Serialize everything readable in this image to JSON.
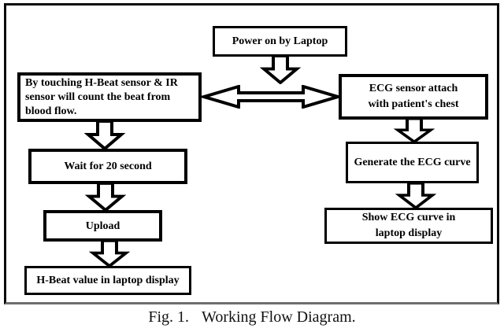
{
  "caption": {
    "prefix": "Fig. 1.",
    "title": "Working Flow Diagram."
  },
  "colors": {
    "ink": "#000000",
    "paper": "#ffffff",
    "frame_bottom_edge": "#6e6e6e"
  },
  "flowchart": {
    "power_on": {
      "label": "Power on by Laptop"
    },
    "touch_sensor": {
      "lines": [
        "By touching H-Beat sensor & IR",
        "sensor will count the beat from",
        "blood flow."
      ]
    },
    "ecg_attach": {
      "lines": [
        "ECG sensor attach",
        "with patient's chest"
      ]
    },
    "wait": {
      "label": "Wait for 20 second"
    },
    "upload": {
      "label": "Upload"
    },
    "hbeat_value": {
      "label": "H-Beat value in laptop display"
    },
    "generate_curve": {
      "label": "Generate the ECG curve"
    },
    "show_curve": {
      "lines": [
        "Show ECG curve in",
        "laptop display"
      ]
    },
    "connections": [
      {
        "from": "power_on",
        "to": "sensor-row",
        "type": "down-arrow"
      },
      {
        "from": "touch_sensor",
        "to": "ecg_attach",
        "type": "double-headed-arrow"
      },
      {
        "from": "touch_sensor",
        "to": "wait",
        "type": "down-arrow"
      },
      {
        "from": "wait",
        "to": "upload",
        "type": "down-arrow"
      },
      {
        "from": "upload",
        "to": "hbeat_value",
        "type": "down-arrow"
      },
      {
        "from": "ecg_attach",
        "to": "generate_curve",
        "type": "down-arrow"
      },
      {
        "from": "generate_curve",
        "to": "show_curve",
        "type": "down-arrow"
      }
    ]
  }
}
